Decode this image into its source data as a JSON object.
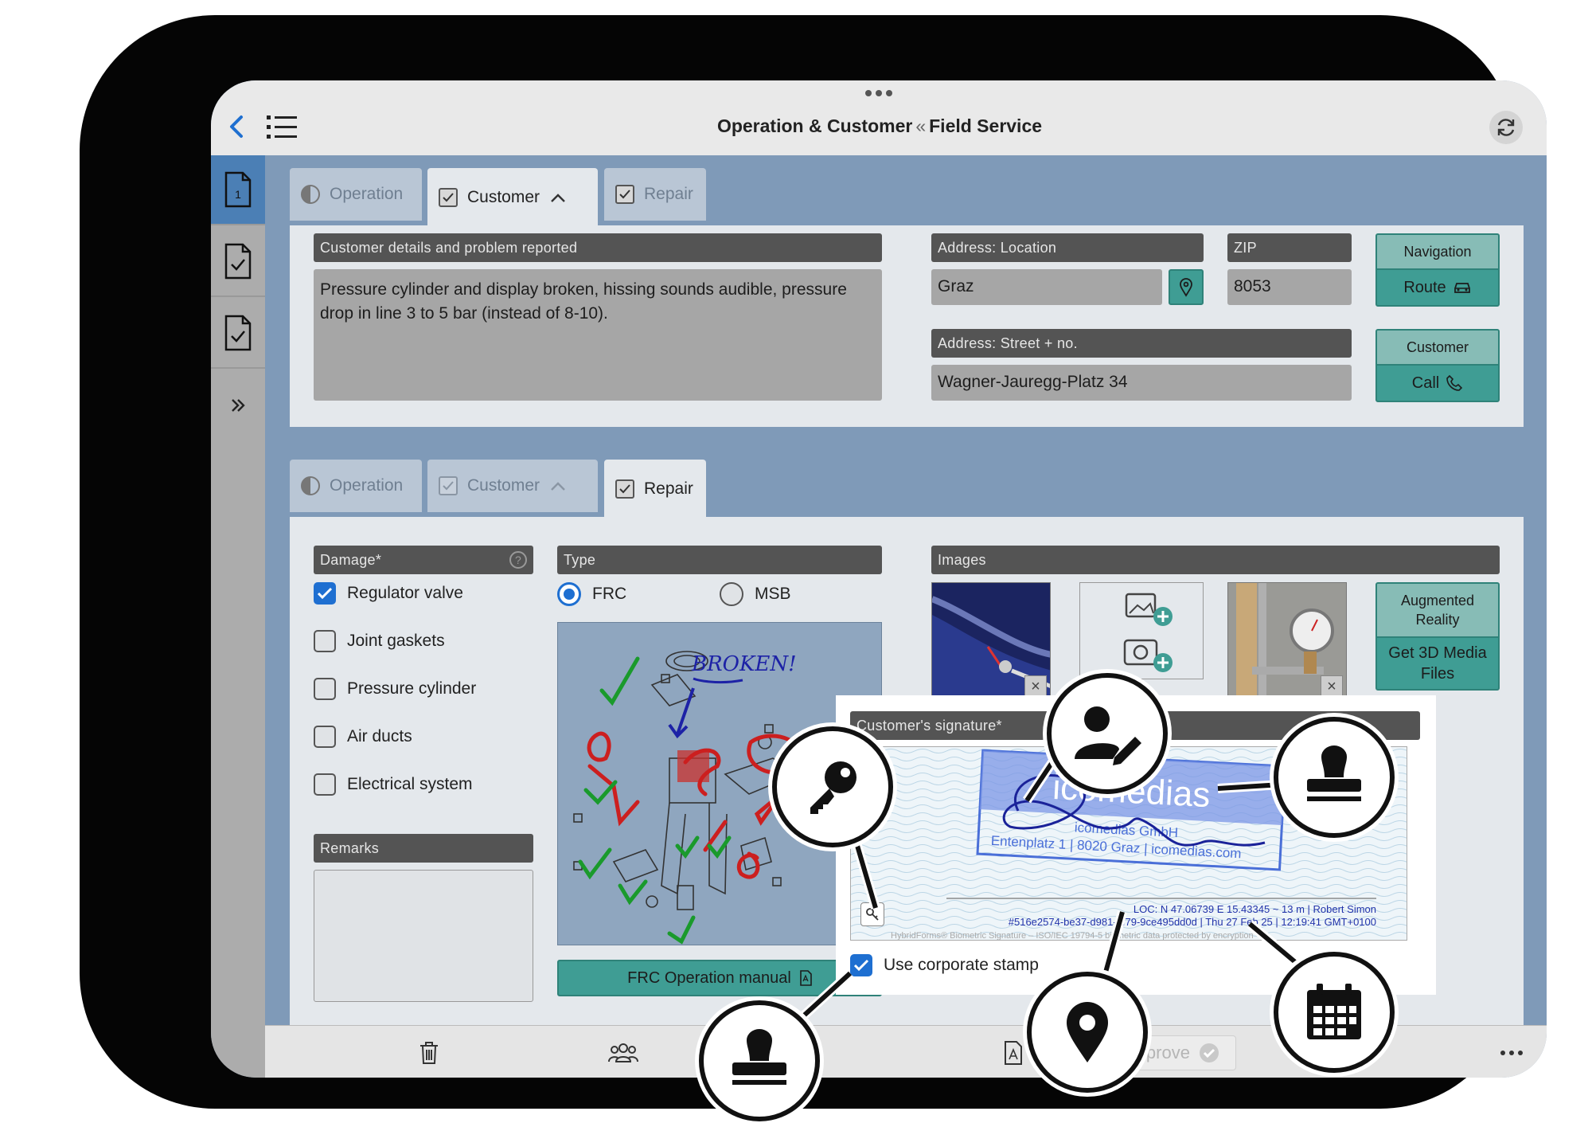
{
  "header": {
    "title_part1": "Operation & Customer",
    "title_sep": "«",
    "title_part2": "Field Service"
  },
  "rail": {
    "page_number": "1"
  },
  "tabs": [
    "Operation",
    "Customer",
    "Repair"
  ],
  "customer": {
    "details_label": "Customer details and problem reported",
    "details_text": "Pressure cylinder and display broken, hissing sounds audible, pressure drop in line 3 to 5 bar (instead of 8-10).",
    "location_label": "Address: Location",
    "location_value": "Graz",
    "zip_label": "ZIP",
    "zip_value": "8053",
    "street_label": "Address: Street + no.",
    "street_value": "Wagner-Jauregg-Platz 34",
    "nav_top": "Navigation",
    "nav_bottom": "Route",
    "call_top": "Customer",
    "call_bottom": "Call"
  },
  "repair": {
    "damage_label": "Damage*",
    "damage_options": [
      {
        "label": "Regulator valve",
        "checked": true
      },
      {
        "label": "Joint gaskets",
        "checked": false
      },
      {
        "label": "Pressure cylinder",
        "checked": false
      },
      {
        "label": "Air ducts",
        "checked": false
      },
      {
        "label": "Electrical system",
        "checked": false
      }
    ],
    "remarks_label": "Remarks",
    "type_label": "Type",
    "type_options": [
      {
        "label": "FRC",
        "selected": true
      },
      {
        "label": "MSB",
        "selected": false
      }
    ],
    "sketch_annotation": "BROKEN!",
    "manual_button": "FRC Operation manual",
    "images_label": "Images",
    "ar_top": "Augmented Reality",
    "ar_bottom": "Get 3D Media Files",
    "signature_label": "Customer's signature*",
    "stamp_text": "icomedias",
    "stamp_company": "icomedias GmbH",
    "stamp_address": "Entenplatz 1 | 8020 Graz | icomedias.com",
    "sig_loc_line": "LOC: N 47.06739  E 15.43345  ~ 13 m | Robert Simon",
    "sig_hash_line": "#516e2574-be37-d981-bf79-9ce495dd0d | Thu 27 Feb 25 | 12:19:41 GMT+0100",
    "sig_footer": "HybridForms® Biometric Signature – ISO/IEC 19794-5 biometric data protected by encryption",
    "corporate_stamp_label": "Use corporate stamp",
    "corporate_stamp_checked": true
  },
  "bottom_toolbar": {
    "approve_label": "Approve"
  },
  "callout_icons": [
    "key-icon",
    "user-edit-icon",
    "stamp-icon",
    "stamp-icon",
    "location-pin-icon",
    "calendar-icon"
  ],
  "colors": {
    "accent_blue": "#1e6fd1",
    "teal": "#3f9d94",
    "header_dark": "#545454",
    "screen_bg": "#7f9ab8"
  }
}
